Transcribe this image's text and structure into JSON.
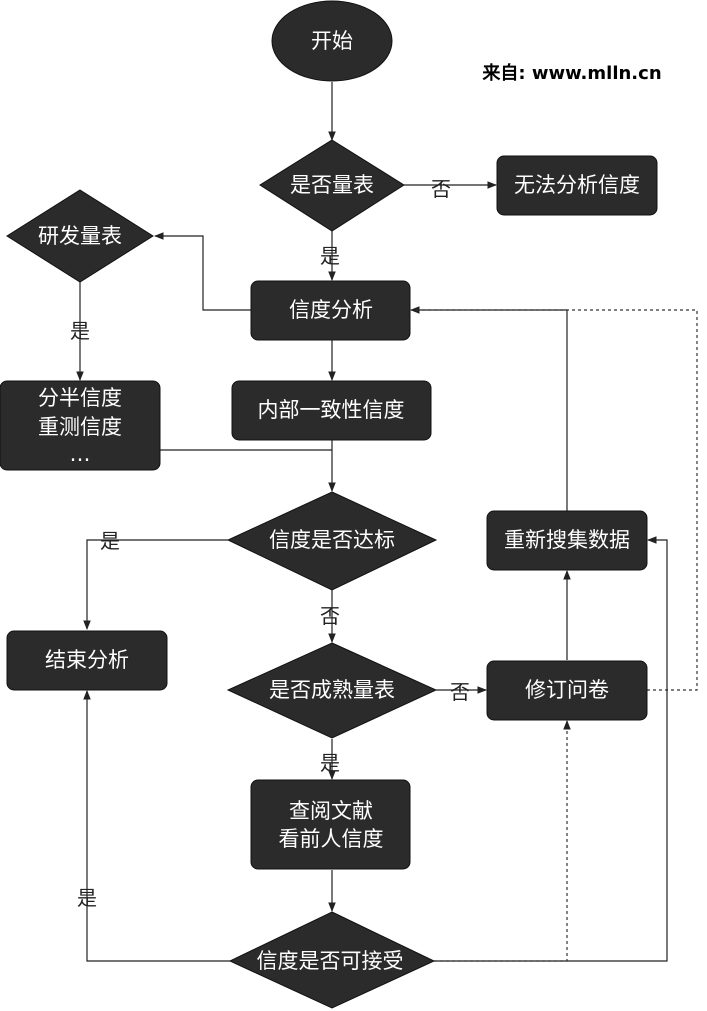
{
  "credit": "来自: www.mlln.cn",
  "nodes": {
    "start": "开始",
    "is_scale": "是否量表",
    "no_analysis": "无法分析信度",
    "develop_scale": "研发量表",
    "reliability_analysis": "信度分析",
    "other_methods": [
      "分半信度",
      "重测信度",
      "…"
    ],
    "internal_consistency": "内部一致性信度",
    "meets_standard": "信度是否达标",
    "recollect_data": "重新搜集数据",
    "end_analysis": "结束分析",
    "mature_scale": "是否成熟量表",
    "revise_questionnaire": "修订问卷",
    "literature": [
      "查阅文献",
      "看前人信度"
    ],
    "acceptable": "信度是否可接受"
  },
  "edge_labels": {
    "yes": "是",
    "no": "否"
  }
}
